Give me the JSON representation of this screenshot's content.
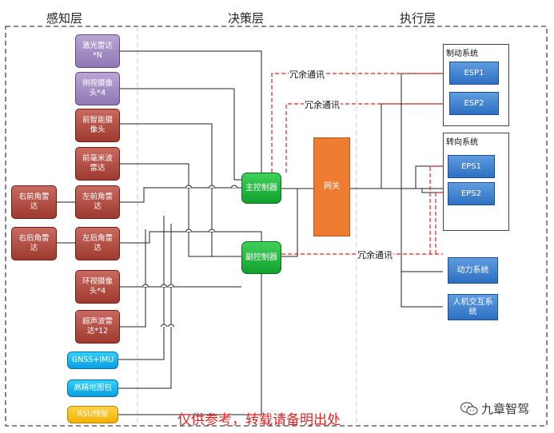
{
  "layers": {
    "perception": "感知层",
    "decision": "决策层",
    "execution": "执行层"
  },
  "sensors": {
    "lidar": "激光雷达\n*N",
    "side_camera": "侧视摄像\n头*4",
    "front_camera": "前智能摄\n像头",
    "front_mmwave": "前毫米波\n雷达",
    "front_left_radar": "左前角雷\n达",
    "rear_left_radar": "左后角雷\n达",
    "front_right_radar": "右前角雷\n达",
    "rear_right_radar": "右后角雷\n达",
    "surround_camera": "环视摄像\n头*4",
    "ultrasonic": "超声波雷\n达*12",
    "gnss": "GNSS+IMU",
    "hd_map": "高精地图包",
    "rsu": "RSU预留"
  },
  "controllers": {
    "main": "主控制器",
    "sub": "副控制器",
    "gateway": "网关"
  },
  "execution": {
    "brake_system": "制动系统",
    "esp1": "ESP1",
    "esp2": "ESP2",
    "steering_system": "转向系统",
    "eps1": "EPS1",
    "eps2": "EPS2",
    "power": "动力系统",
    "hmi": "人机交互系\n统"
  },
  "redundancy_label": "冗余通讯",
  "watermark": "仅供参考，转载请备明出处",
  "brand": "九章智驾",
  "colors": {
    "line": "#222222",
    "redundant": "#e82020"
  }
}
